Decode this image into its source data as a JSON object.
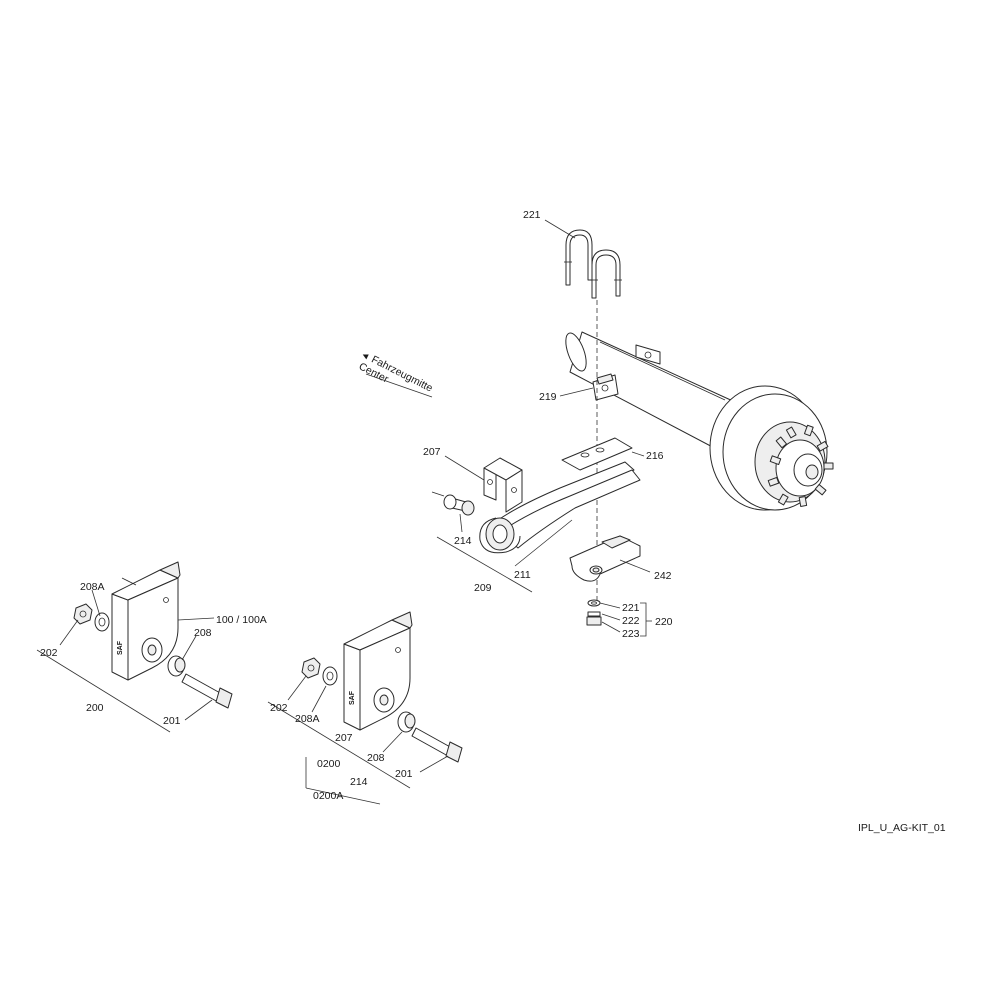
{
  "drawing_id": "IPL_U_AG-KIT_01",
  "direction_note": {
    "arrow_glyph": "◄",
    "line1": "Fahrzeugmitte",
    "line2": "Center"
  },
  "callouts": {
    "c221_top": "221",
    "c219": "219",
    "c207_upper": "207",
    "c216": "216",
    "c214_upper": "214",
    "c211": "211",
    "c209": "209",
    "c242": "242",
    "c221_small": "221",
    "c222": "222",
    "c223": "223",
    "c220": "220",
    "c208A_left": "208A",
    "c100": "100 / 100A",
    "c208_left": "208",
    "c202_left": "202",
    "c200": "200",
    "c201_left": "201",
    "c202_mid": "202",
    "c208A_mid": "208A",
    "c207_mid": "207",
    "c208_mid": "208",
    "c201_mid": "201",
    "c0200": "0200",
    "c214_mid": "214",
    "c0200A": "0200A"
  },
  "bracket_logo": "SAF"
}
